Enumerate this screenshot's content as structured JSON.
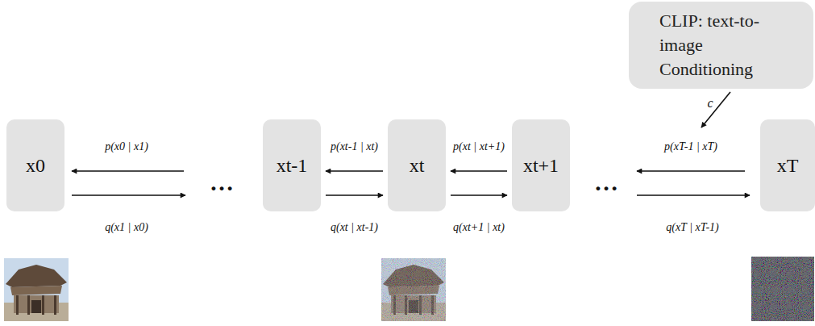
{
  "diagram": {
    "nodes": [
      {
        "text": [
          "x0"
        ]
      },
      {
        "text": [
          "xt-1"
        ]
      },
      {
        "text": [
          "xt"
        ]
      },
      {
        "text": [
          "xt+1"
        ]
      },
      {
        "text": [
          "xT"
        ]
      },
      {
        "text": [
          "CLIP: text-to-image Conditioning"
        ]
      }
    ],
    "edges": [
      {
        "from": 2,
        "to": 1,
        "arrow": "to",
        "label": "p(xt-1 | xt)"
      },
      {
        "from": 1,
        "to": 2,
        "arrow": "to",
        "label": "q(xt | xt-1)"
      },
      {
        "from": 3,
        "to": 2,
        "arrow": "to",
        "label": "p(xt | xt+1)"
      },
      {
        "from": 2,
        "to": 3,
        "arrow": "to",
        "label": "q(xt+1 | xt)"
      }
    ],
    "labels": [
      "p(x0 | x1)",
      "q(x1 | x0)",
      "…",
      "…",
      "p(xT-1 | xT)",
      "q(xT | xT-1)",
      "c"
    ]
  }
}
